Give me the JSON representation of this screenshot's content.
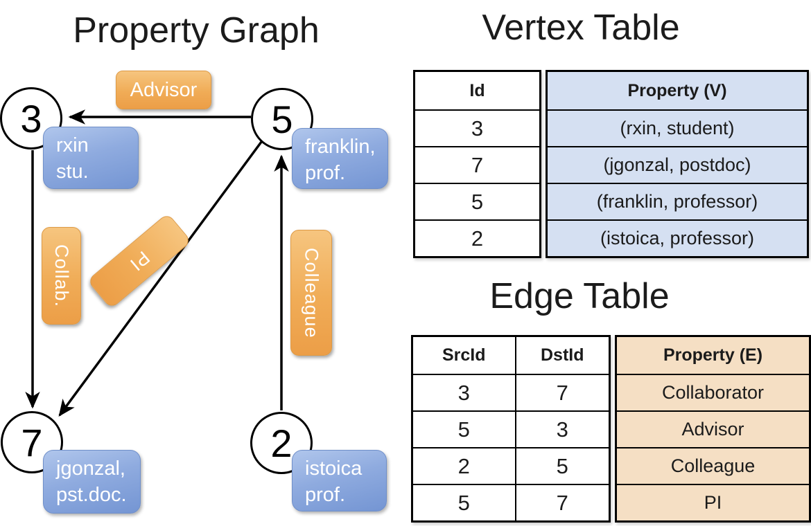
{
  "slide": {
    "graph_title": "Property Graph",
    "vertex_table_title": "Vertex Table",
    "edge_table_title": "Edge Table"
  },
  "graph": {
    "vertices": [
      {
        "id": "3",
        "line1": "rxin",
        "line2": "stu."
      },
      {
        "id": "5",
        "line1": "franklin,",
        "line2": "prof."
      },
      {
        "id": "7",
        "line1": "jgonzal,",
        "line2": "pst.doc."
      },
      {
        "id": "2",
        "line1": "istoica",
        "line2": "prof."
      }
    ],
    "edge_labels": {
      "advisor": "Advisor",
      "collab": "Collab.",
      "pi": "PI",
      "colleague": "Colleague"
    }
  },
  "vertex_table": {
    "columns": {
      "id": "Id",
      "property": "Property (V)"
    },
    "rows": [
      {
        "id": "3",
        "property": "(rxin, student)"
      },
      {
        "id": "7",
        "property": "(jgonzal, postdoc)"
      },
      {
        "id": "5",
        "property": "(franklin, professor)"
      },
      {
        "id": "2",
        "property": "(istoica, professor)"
      }
    ]
  },
  "edge_table": {
    "columns": {
      "src": "SrcId",
      "dst": "DstId",
      "property": "Property (E)"
    },
    "rows": [
      {
        "src": "3",
        "dst": "7",
        "property": "Collaborator"
      },
      {
        "src": "5",
        "dst": "3",
        "property": "Advisor"
      },
      {
        "src": "2",
        "dst": "5",
        "property": "Colleague"
      },
      {
        "src": "5",
        "dst": "7",
        "property": "PI"
      }
    ]
  },
  "colors": {
    "edge_label_fill": "#f0ac57",
    "vertex_label_fill": "#8fabdf",
    "vertex_property_cell": "#d5e0f2",
    "edge_property_cell": "#f5dfc4",
    "line": "#000000"
  }
}
